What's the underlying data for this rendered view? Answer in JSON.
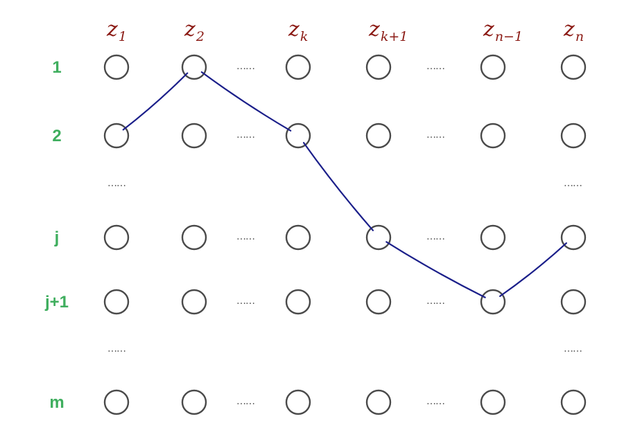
{
  "columns": [
    {
      "base": "z",
      "sub": "1"
    },
    {
      "base": "z",
      "sub": "2"
    },
    {
      "base": "z",
      "sub": "k"
    },
    {
      "base": "z",
      "sub": "k+1"
    },
    {
      "base": "z",
      "sub": "n−1"
    },
    {
      "base": "z",
      "sub": "n"
    }
  ],
  "rows": [
    "1",
    "2",
    "j",
    "j+1",
    "m"
  ],
  "ellipsis": "……",
  "colors": {
    "column_label": "#8b1a14",
    "row_label": "#3fae5e",
    "node": "#4a4a4a",
    "path": "#1b1f8a"
  },
  "path": [
    {
      "col": 0,
      "row": 1
    },
    {
      "col": 1,
      "row": 0
    },
    {
      "col": 2,
      "row": 1
    },
    {
      "col": 3,
      "row": 2
    },
    {
      "col": 4,
      "row": 3
    },
    {
      "col": 5,
      "row": 2
    }
  ]
}
